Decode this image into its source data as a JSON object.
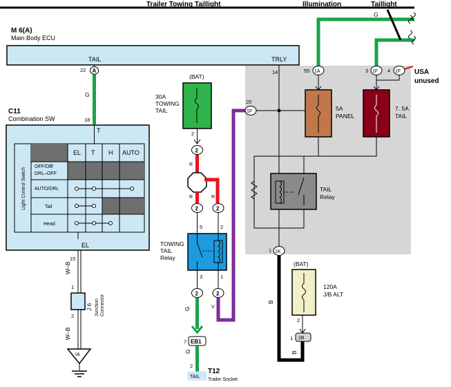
{
  "top": {
    "trailer_towing_taillight": "Trailer Towing Taillight",
    "illumination": "Illumination",
    "taillight": "Taillight",
    "g_top": "G"
  },
  "ecu": {
    "code": "M 6(A)",
    "name": "Main Body ECU",
    "tail_label": "TAIL",
    "trly_label": "TRLY",
    "pin22": "22",
    "pin14": "14",
    "conn_a": "A"
  },
  "combo": {
    "code": "C11",
    "name": "Combination SW",
    "pin18": "18",
    "t_label": "T",
    "el_label": "EL",
    "wire_g": "G",
    "side_label": "Light Control Switch",
    "headers": [
      "EL",
      "T",
      "H",
      "AUTO"
    ],
    "rows": [
      "OFF/Off/ DRL–OFF",
      "AUTO/DRL",
      "Tail",
      "Head"
    ]
  },
  "j6": {
    "pin15": "15",
    "pin1": "1",
    "pin2": "2",
    "wire_wb1": "W–B",
    "wire_wb2": "W–B",
    "code": "J 6",
    "name": "Junction Connector",
    "ground": "IA"
  },
  "towing_fuse": {
    "bat": "(BAT)",
    "rating": "30A",
    "line1": "TOWING",
    "line2": "TAIL",
    "pin2": "2",
    "conn2": "2"
  },
  "relay": {
    "line1": "TOWING",
    "line2": "TAIL",
    "line3": "Relay",
    "pin5": "5",
    "pin2": "2",
    "pin3": "3",
    "pin1": "1",
    "conn_a": "2",
    "conn_b": "2",
    "conn_c": "2",
    "conn_d": "2",
    "wire_r1": "R",
    "wire_r2": "R",
    "wire_r3": "R",
    "wire_g": "G",
    "wire_v": "V"
  },
  "eb1": {
    "pin": "7",
    "label": "EB1",
    "pin2": "2"
  },
  "t12": {
    "code": "T12",
    "name": "Trailer Socket",
    "tail": "TAIL"
  },
  "jb": {
    "conn_20": "20",
    "conn_1f": "1F",
    "pin55": "55",
    "conn_1a": "1A",
    "pin3": "3",
    "conn_1f_b": "1F",
    "pin4": "4",
    "conn_1f_c": "1F",
    "usa": "USA",
    "unused": "unused",
    "fuse5_a": "5A",
    "fuse5_b": "PANEL",
    "fuse75_a": "7. 5A",
    "fuse75_b": "TAIL",
    "tail_relay_a": "TAIL",
    "tail_relay_b": "Relay",
    "pin1": "1",
    "conn_1k": "1K",
    "wire_b1": "B",
    "wire_b2": "B"
  },
  "alt": {
    "bat": "(BAT)",
    "rating": "120A",
    "name": "J/B ALT",
    "pin2": "2",
    "pin1": "1",
    "conn_2b": "2B"
  },
  "colors": {
    "green": "#1aa34a",
    "red": "#e8141b",
    "purple": "#7b2d9b",
    "black": "#000000",
    "light_blue_panel": "#cde8f5",
    "gray_panel": "#d6d6d6",
    "fuse_green": "#2fb34a",
    "fuse_orange": "#c0784a",
    "fuse_maroon": "#8a0018",
    "relay_blue": "#1e9be0",
    "relay_gray": "#8a8a8a"
  }
}
